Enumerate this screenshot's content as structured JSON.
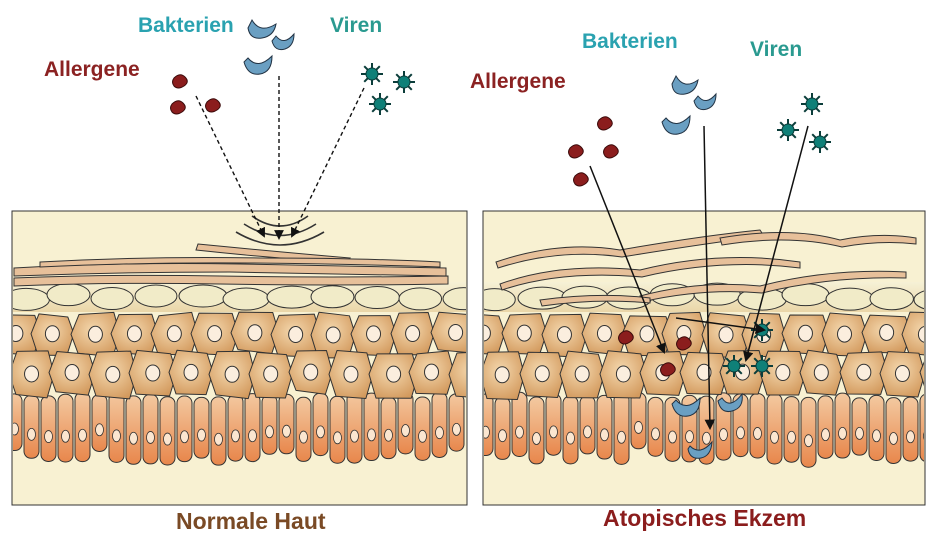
{
  "left_panel": {
    "labels": {
      "allergens": "Allergene",
      "bacteria": "Bakterien",
      "viruses": "Viren"
    },
    "caption": "Normale Haut"
  },
  "right_panel": {
    "labels": {
      "allergens": "Allergene",
      "bacteria": "Bakterien",
      "viruses": "Viren"
    },
    "caption": "Atopisches Ekzem"
  },
  "colors": {
    "allergen": "#8b1d1d",
    "bacteria": "#6a9fc2",
    "virus": "#0f6f6a",
    "label_teal": "#2aa2b0",
    "label_red": "#8b2222",
    "caption_left": "#7a4a25",
    "caption_right": "#8b1d1d",
    "stratum_corneum": "#e7c09a",
    "granular_layer": "#f2eccc",
    "spinous_cell": "#d9a46c",
    "basal_cell": "#e8935a",
    "dermis": "#f8f1d2"
  },
  "icons": [
    "allergen-particle-icon",
    "bacterium-icon",
    "virus-icon"
  ]
}
